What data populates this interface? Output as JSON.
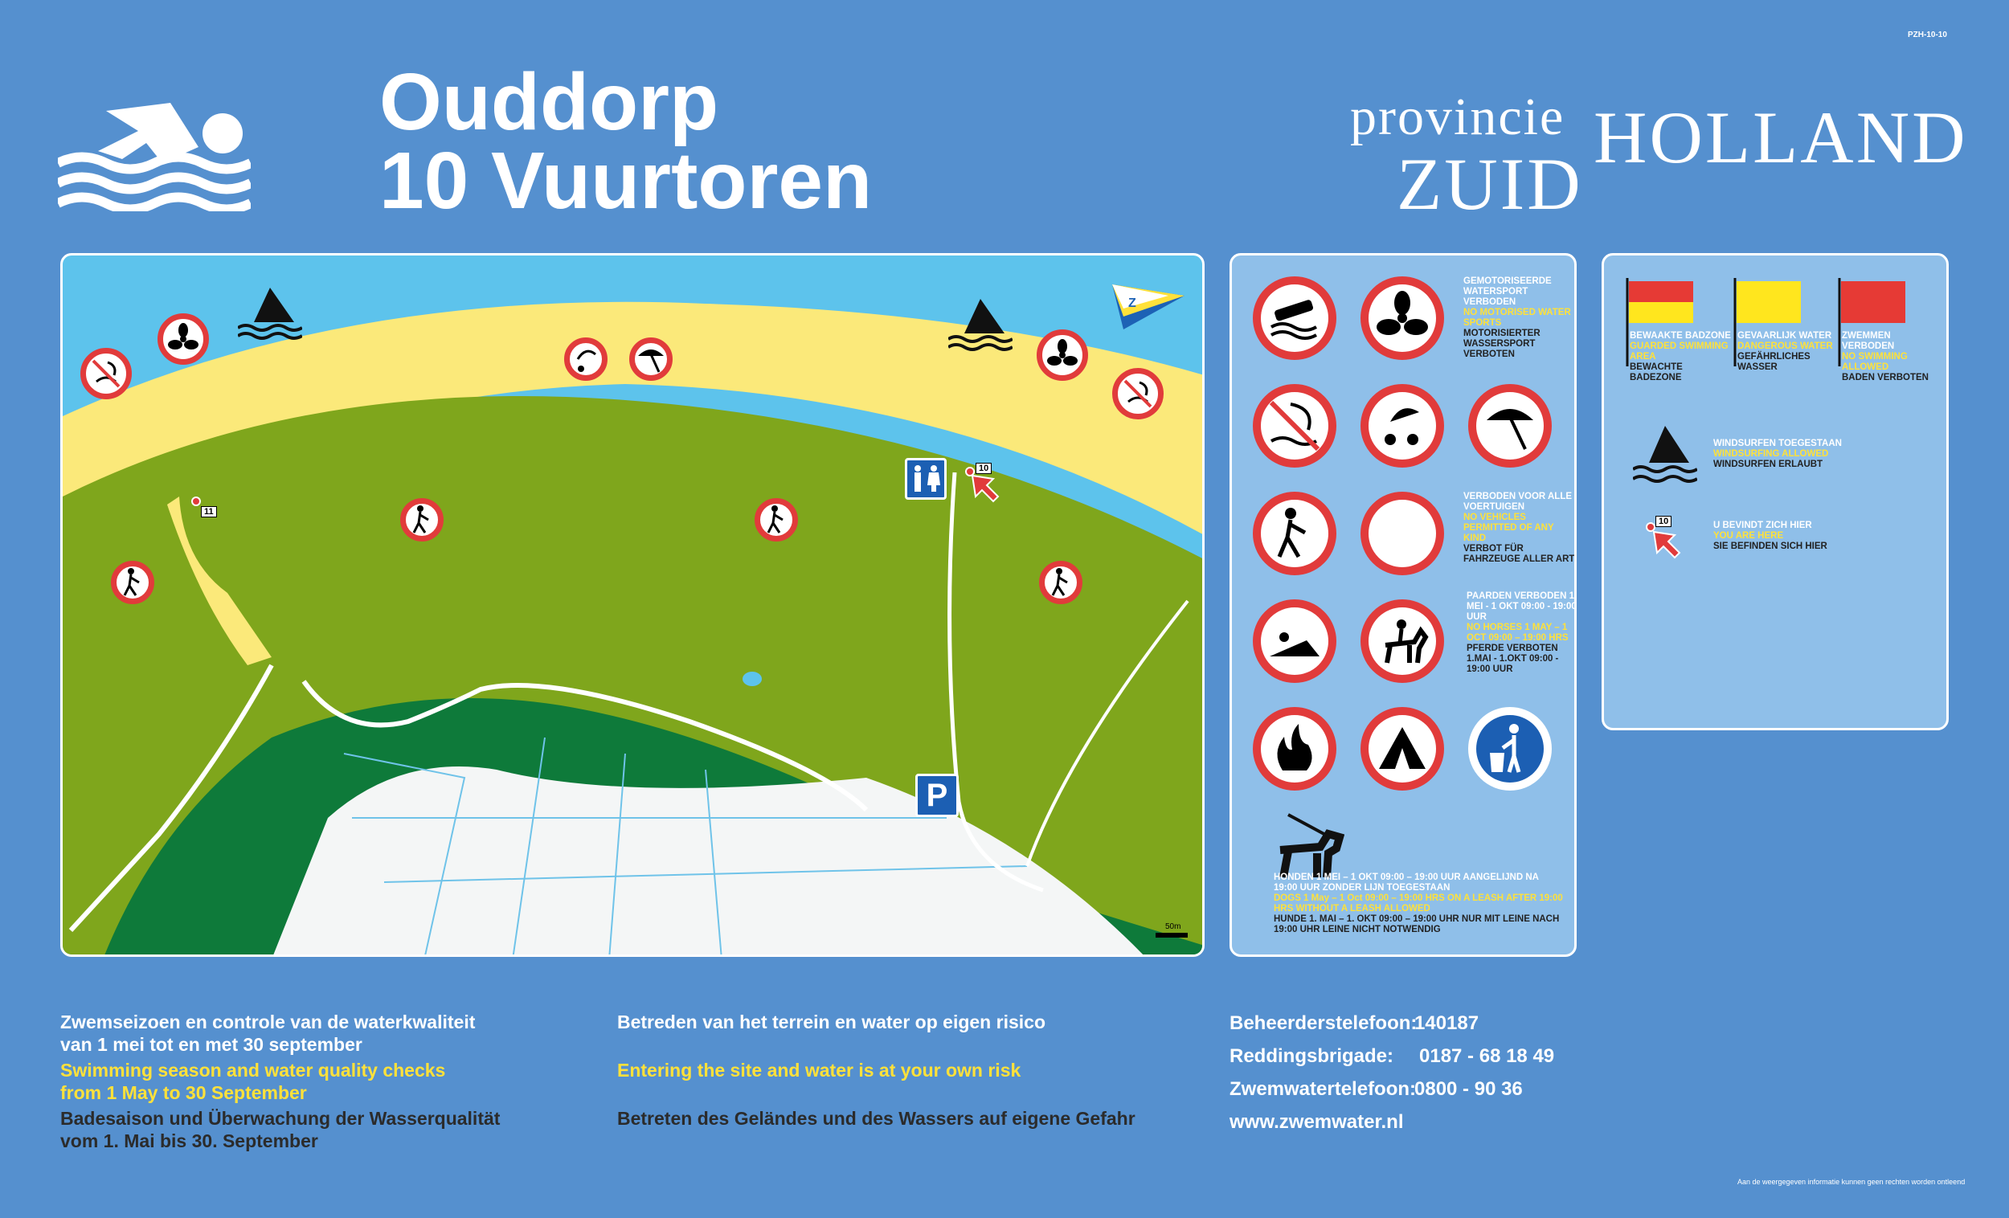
{
  "sign_code": "PZH-10-10",
  "header": {
    "title_line1": "Ouddorp",
    "title_line2": "10  Vuurtoren",
    "logo_provincie": "provincie",
    "logo_zuid": "ZUID",
    "logo_holland": "HOLLAND"
  },
  "map": {
    "point_11": "11",
    "point_10": "10",
    "scale": "50m",
    "parking": "P"
  },
  "rules": {
    "motorised": {
      "nl": "GEMOTORISEERDE WATERSPORT VERBODEN",
      "en": "NO MOTORISED WATER SPORTS",
      "de": "MOTORISIERTER WASSERSPORT VERBOTEN"
    },
    "vehicles": {
      "nl": "VERBODEN VOOR ALLE VOERTUIGEN",
      "en": "NO VEHICLES PERMITTED OF ANY KIND",
      "de": "VERBOT FÜR FAHRZEUGE ALLER ART"
    },
    "horses": {
      "nl": "PAARDEN VERBODEN 1 MEI - 1 OKT 09:00 - 19:00 UUR",
      "en": "NO HORSES 1 MAY – 1 OCT 09:00 – 19:00 HRS",
      "de": "PFERDE VERBOTEN 1.MAI - 1.OKT 09:00 - 19:00 UUR"
    },
    "dogs": {
      "nl": "HONDEN  1 MEI – 1 OKT 09:00 – 19:00 UUR   AANGELIJND NA 19:00 UUR ZONDER LIJN TOEGESTAAN",
      "en": "DOGS 1 May – 1 Oct 09:00 – 19:00 HRS  ON A LEASH AFTER 19:00 HRS WITHOUT A LEASH ALLOWED",
      "de": "HUNDE  1. MAI – 1. OKT 09:00 – 19:00 UHR NUR MIT LEINE NACH 19:00 UHR LEINE NICHT NOTWENDIG"
    }
  },
  "legend": {
    "guarded": {
      "nl": "BEWAAKTE BADZONE",
      "en": "GUARDED SWIMMING AREA",
      "de": "BEWACHTE BADEZONE"
    },
    "dangerous": {
      "nl": "GEVAARLIJK WATER",
      "en": "DANGEROUS WATER",
      "de": "GEFÄHRLICHES WASSER"
    },
    "noswim": {
      "nl": "ZWEMMEN VERBODEN",
      "en": "NO SWIMMING ALLOWED",
      "de": "BADEN VERBOTEN"
    },
    "windsurf": {
      "nl": "WINDSURFEN TOEGESTAAN",
      "en": "WINDSURFING ALLOWED",
      "de": "WINDSURFEN ERLAUBT"
    },
    "here": {
      "nl": "U BEVINDT ZICH HIER",
      "en": "YOU ARE HERE",
      "de": "SIE BEFINDEN SICH HIER"
    },
    "here_num": "10",
    "colors": {
      "red": "#e63a35",
      "yellow": "#ffe61e"
    }
  },
  "bottom": {
    "col1": {
      "nl1": "Zwemseizoen en controle van de waterkwaliteit",
      "nl2": "van 1 mei tot en met 30 september",
      "en1": "Swimming season and water quality checks",
      "en2": "from 1 May to 30 September",
      "de1": "Badesaison und Überwachung der Wasserqualität",
      "de2": "vom 1. Mai bis 30. September"
    },
    "col2": {
      "nl": "Betreden van het terrein en water op eigen risico",
      "en": "Entering the site and water is at your own risk",
      "de": "Betreten des Geländes und des Wassers auf eigene Gefahr"
    },
    "col3": {
      "l1": "Beheerderstelefoon:",
      "v1": "140187",
      "l2": "Reddingsbrigade:",
      "v2": "0187 - 68 18 49",
      "l3": "Zwemwatertelefoon:",
      "v3": "0800 - 90 36",
      "web": "www.zwemwater.nl"
    }
  },
  "disclaimer": "Aan de weergegeven informatie kunnen geen rechten worden ontleend"
}
